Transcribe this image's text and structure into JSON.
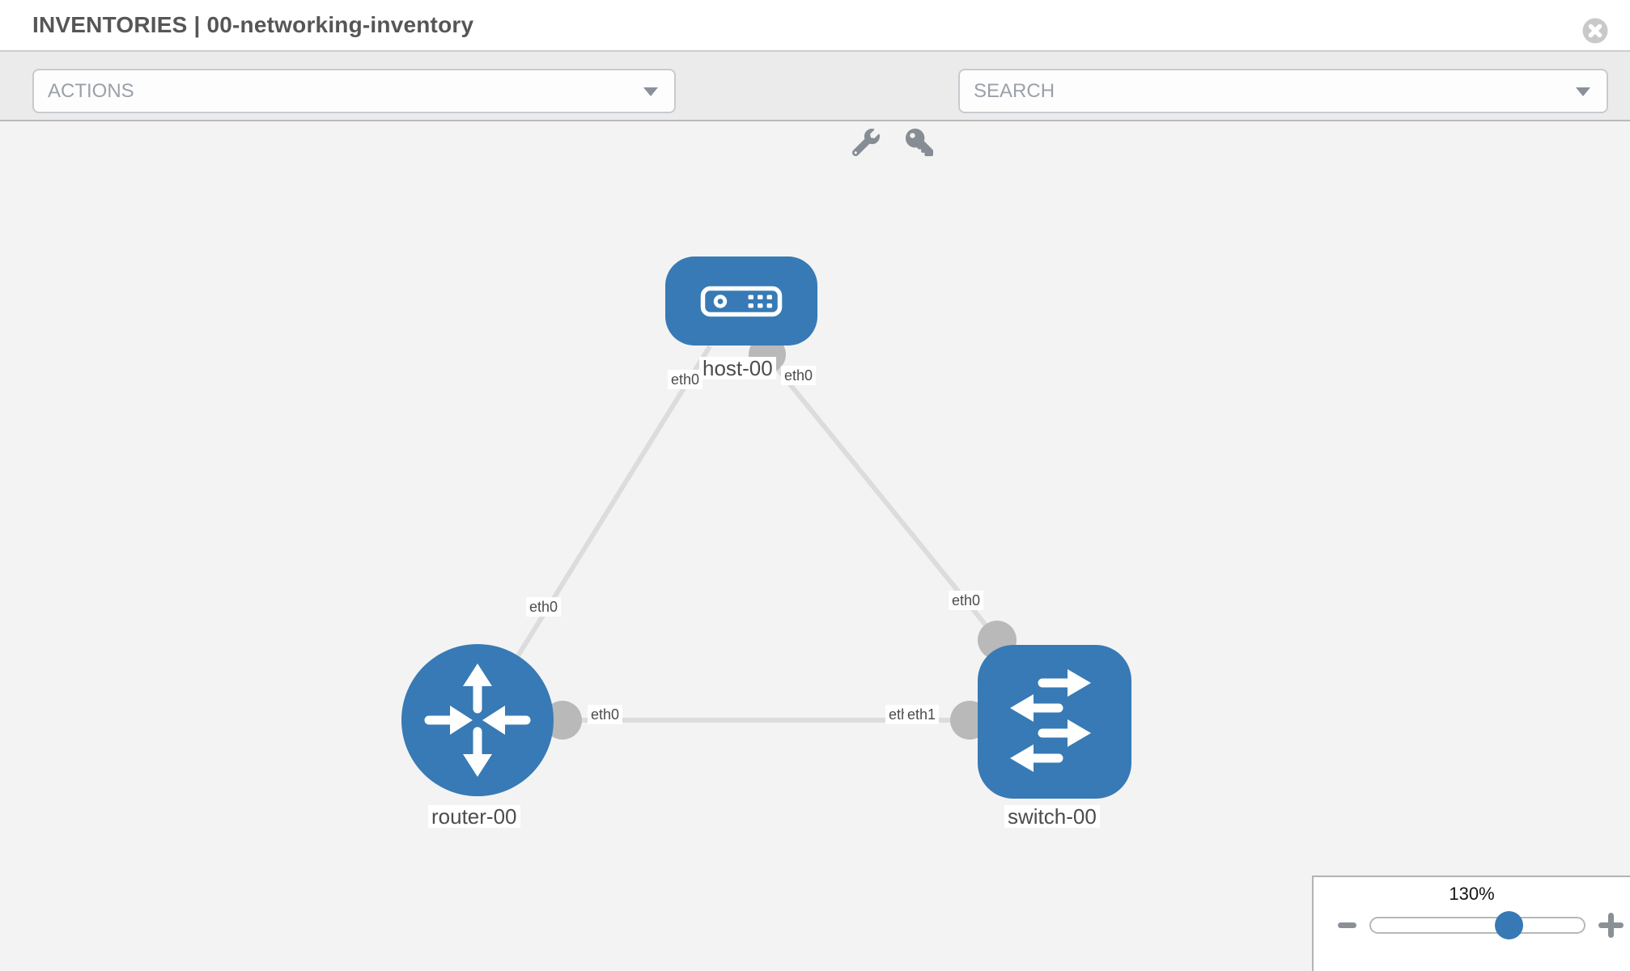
{
  "header": {
    "title": "INVENTORIES | 00-networking-inventory"
  },
  "toolbar": {
    "actions_label": "ACTIONS",
    "search_label": "SEARCH"
  },
  "topology": {
    "nodes": [
      {
        "label": "host-00",
        "type": "host",
        "shape": "rounded-rect"
      },
      {
        "label": "router-00",
        "type": "router",
        "shape": "circle"
      },
      {
        "label": "switch-00",
        "type": "switch",
        "shape": "rounded-square"
      }
    ],
    "links": [
      {
        "from": "host-00",
        "to": "router-00",
        "from_interface": "eth0",
        "to_interface": "eth0"
      },
      {
        "from": "host-00",
        "to": "switch-00",
        "from_interface": "eth0",
        "to_interface": "eth0"
      },
      {
        "from": "router-00",
        "to": "switch-00",
        "from_interface": "eth0",
        "to_interface": "eth1"
      }
    ],
    "interface_labels": {
      "host_left": "eth0",
      "host_right": "eth0",
      "router_top": "eth0",
      "switch_top": "eth0",
      "router_right": "eth0",
      "switch_left_hidden": "eth0",
      "switch_left": "eth1"
    }
  },
  "zoom_control": {
    "level": "130%"
  },
  "colors": {
    "node_fill": "#377ab5",
    "link": "#dcdcdc",
    "interface_dot": "#b9b9b9",
    "toolbar_bg": "#ebebeb",
    "canvas_bg": "#f3f3f3"
  }
}
